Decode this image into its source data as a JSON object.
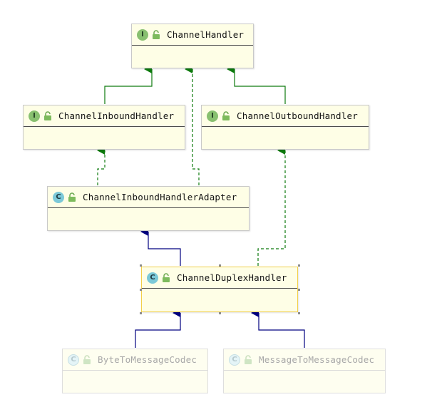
{
  "diagram": {
    "nodes": {
      "channel_handler": {
        "kind": "I",
        "label": "ChannelHandler"
      },
      "channel_inbound_handler": {
        "kind": "I",
        "label": "ChannelInboundHandler"
      },
      "channel_outbound_handler": {
        "kind": "I",
        "label": "ChannelOutboundHandler"
      },
      "channel_inbound_handler_adapter": {
        "kind": "C",
        "label": "ChannelInboundHandlerAdapter"
      },
      "channel_duplex_handler": {
        "kind": "C",
        "label": "ChannelDuplexHandler",
        "selected": true
      },
      "byte_to_message_codec": {
        "kind": "C",
        "label": "ByteToMessageCodec",
        "faded": true
      },
      "message_to_message_codec": {
        "kind": "C",
        "label": "MessageToMessageCodec",
        "faded": true
      }
    },
    "relations": [
      {
        "from": "channel_inbound_handler",
        "to": "channel_handler",
        "type": "extends"
      },
      {
        "from": "channel_outbound_handler",
        "to": "channel_handler",
        "type": "extends"
      },
      {
        "from": "channel_inbound_handler_adapter",
        "to": "channel_handler",
        "type": "implements"
      },
      {
        "from": "channel_inbound_handler_adapter",
        "to": "channel_inbound_handler",
        "type": "implements"
      },
      {
        "from": "channel_duplex_handler",
        "to": "channel_inbound_handler_adapter",
        "type": "extends-class"
      },
      {
        "from": "channel_duplex_handler",
        "to": "channel_outbound_handler",
        "type": "implements"
      },
      {
        "from": "byte_to_message_codec",
        "to": "channel_duplex_handler",
        "type": "extends-class"
      },
      {
        "from": "message_to_message_codec",
        "to": "channel_duplex_handler",
        "type": "extends-class"
      }
    ],
    "colors": {
      "interface_edge": "#0d7a0d",
      "class_edge": "#000080",
      "node_fill": "#fefee6",
      "selection_border": "#f2d04a"
    }
  }
}
